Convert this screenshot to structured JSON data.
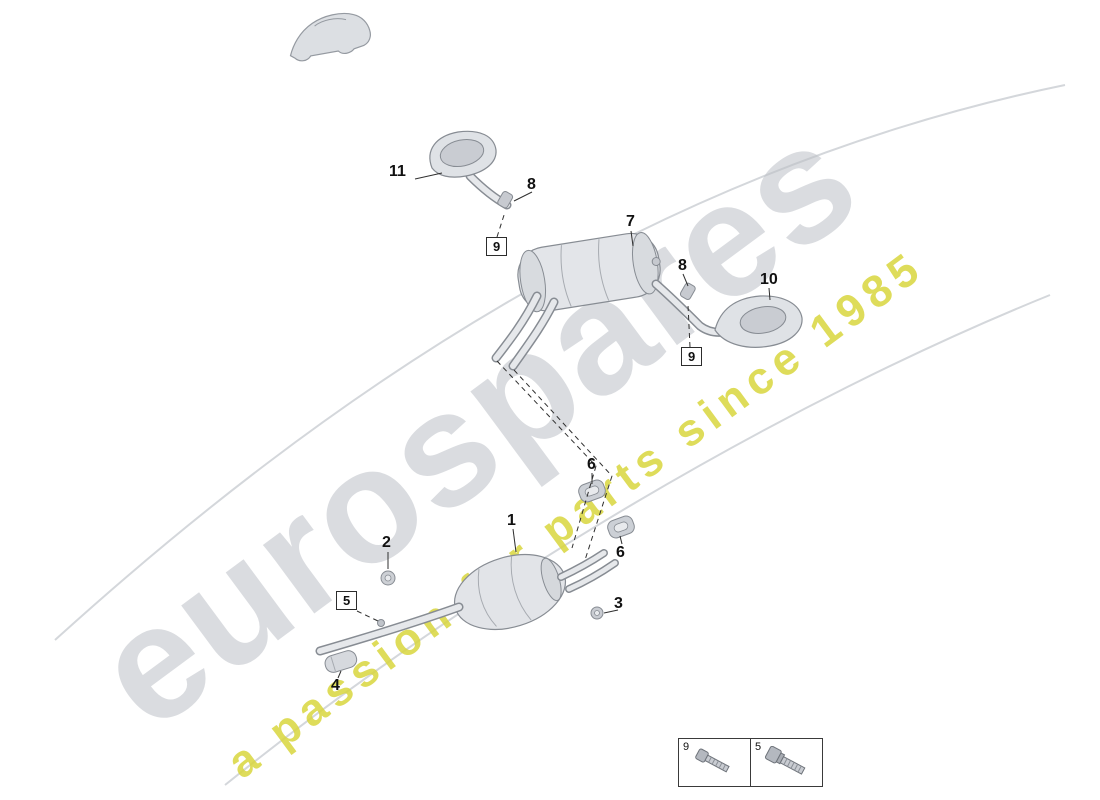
{
  "watermark": {
    "brand": "eurospares",
    "tagline": "a passion for parts since 1985",
    "brand_color": "#bdc1c7",
    "tagline_color": "#d9d63e"
  },
  "diagram": {
    "part_labels": [
      {
        "text": "11"
      },
      {
        "text": "8"
      },
      {
        "text": "9",
        "boxed": true
      },
      {
        "text": "7"
      },
      {
        "text": "8"
      },
      {
        "text": "10"
      },
      {
        "text": "9",
        "boxed": true
      },
      {
        "text": "6"
      },
      {
        "text": "1"
      },
      {
        "text": "2"
      },
      {
        "text": "6"
      },
      {
        "text": "3"
      },
      {
        "text": "5",
        "boxed": true
      },
      {
        "text": "4"
      }
    ]
  },
  "legend": {
    "cells": [
      {
        "ref": "9",
        "icon": "screw-icon"
      },
      {
        "ref": "5",
        "icon": "flange-bolt-icon"
      }
    ]
  }
}
